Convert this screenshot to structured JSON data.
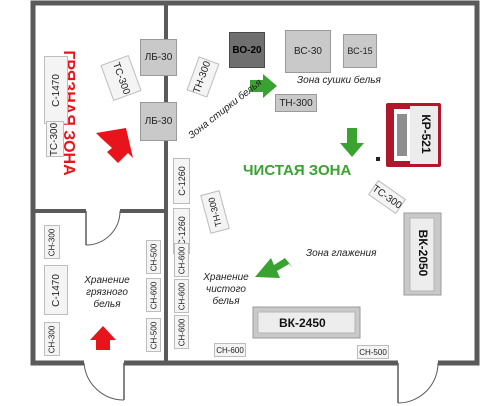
{
  "zones": {
    "dirty_zone": "ГРЯЗНАЯ ЗОНА",
    "clean_zone": "ЧИСТАЯ ЗОНА",
    "drying_zone": "Зона сушки белья",
    "washing_zone": "Зона стирки белья",
    "ironing_zone": "Зона глажения",
    "dirty_storage": "Хранение грязного белья",
    "clean_storage": "Хранение чистого белья"
  },
  "equipment": {
    "lb30_top": "ЛБ-30",
    "lb30_bottom": "ЛБ-30",
    "tc300_dirty": "ТС-300",
    "c1470_dirty": "С-1470",
    "tc300_left": "ТС-300",
    "tn300_diag": "ТН-300",
    "vo20": "ВО-20",
    "vs30": "ВС-30",
    "vs15": "ВС-15",
    "tn300_top": "ТН-300",
    "kp521": "КР-521",
    "tc300_right": "ТС-300",
    "vk2050": "ВК-2050",
    "vk2450": "ВК-2450",
    "c1260_a": "С-1260",
    "c1260_b": "С-1260",
    "tn300_mid": "ТН-300",
    "ch600_a": "СН-600",
    "ch600_b": "СН-600",
    "ch600_c": "СН-600",
    "ch600_bottom": "СН-600",
    "ch500_bottom": "СН-500",
    "ch300_store_top": "СН-300",
    "c1470_store": "С-1470",
    "ch300_store_bottom": "СН-300",
    "ch500_store_a": "СН-500",
    "ch600_store": "СН-600",
    "ch500_store_b": "СН-500"
  },
  "colors": {
    "wall": "#5a5a5a",
    "dirty_red": "#e8141c",
    "clean_green": "#3aa230",
    "machine_red": "#b0172b"
  }
}
